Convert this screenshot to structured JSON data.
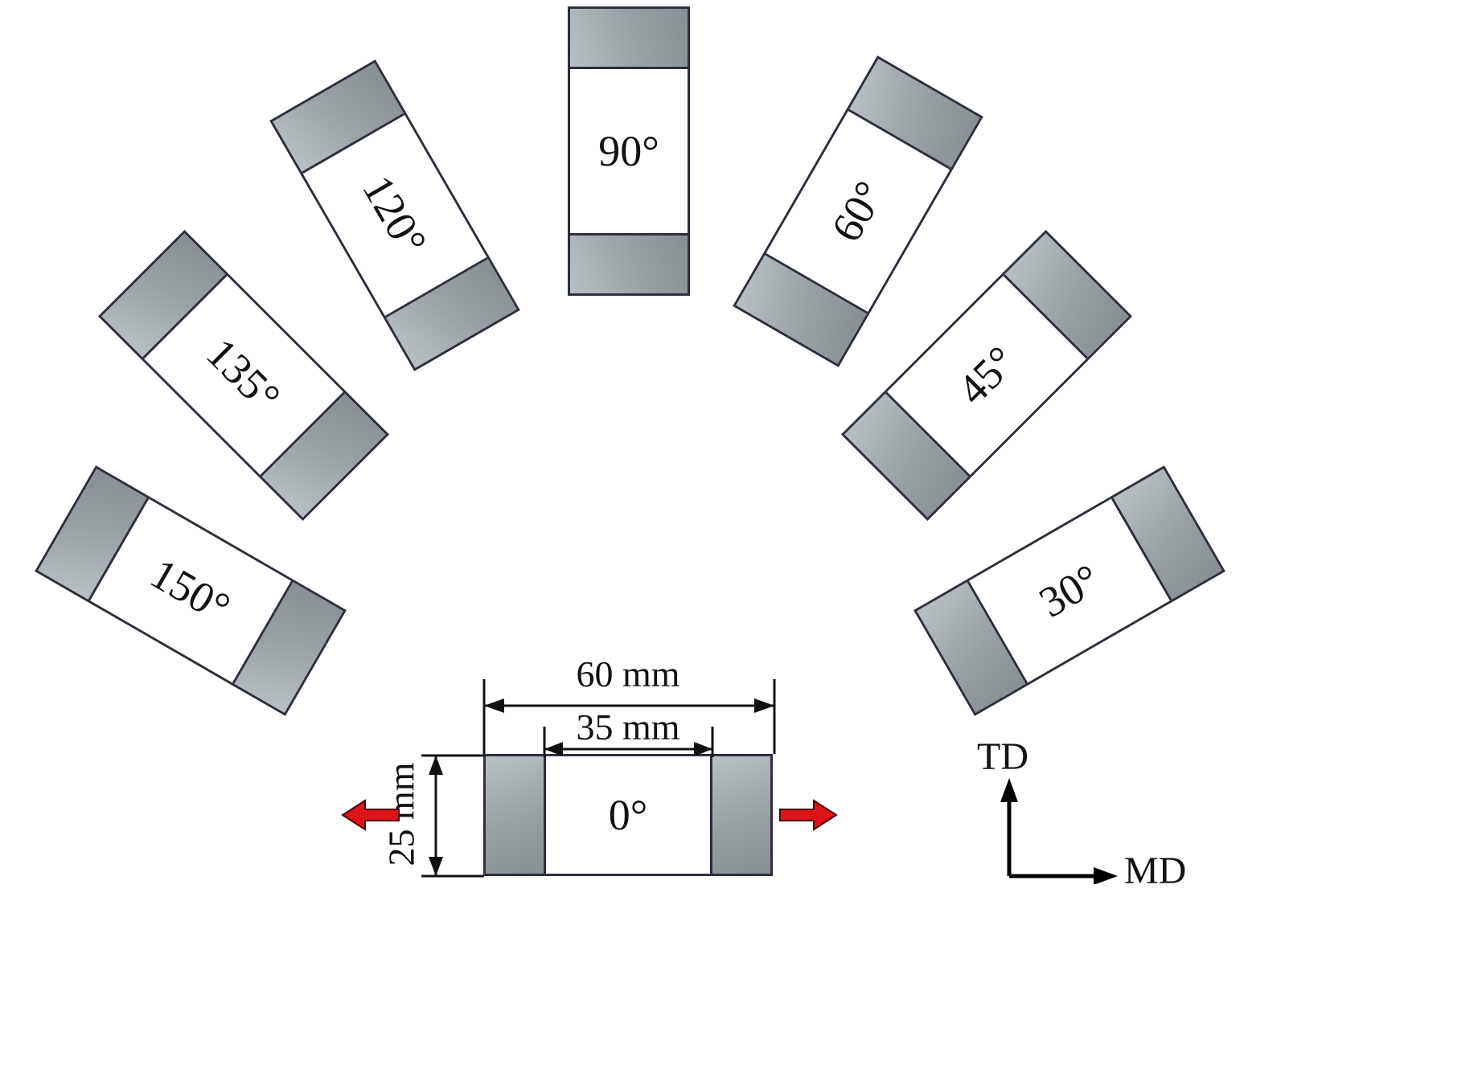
{
  "specimens": [
    {
      "label": "0°"
    },
    {
      "label": "30°"
    },
    {
      "label": "45°"
    },
    {
      "label": "60°"
    },
    {
      "label": "90°"
    },
    {
      "label": "120°"
    },
    {
      "label": "135°"
    },
    {
      "label": "150°"
    }
  ],
  "dimensions": {
    "overall_length": "60 mm",
    "gauge_length": "35 mm",
    "width": "25 mm"
  },
  "axes": {
    "vertical_label": "TD",
    "horizontal_label": "MD"
  },
  "colors": {
    "grip_fill": "#9aa2a6",
    "outline": "#2e2e3e",
    "load_arrow_red": "#df1119"
  }
}
